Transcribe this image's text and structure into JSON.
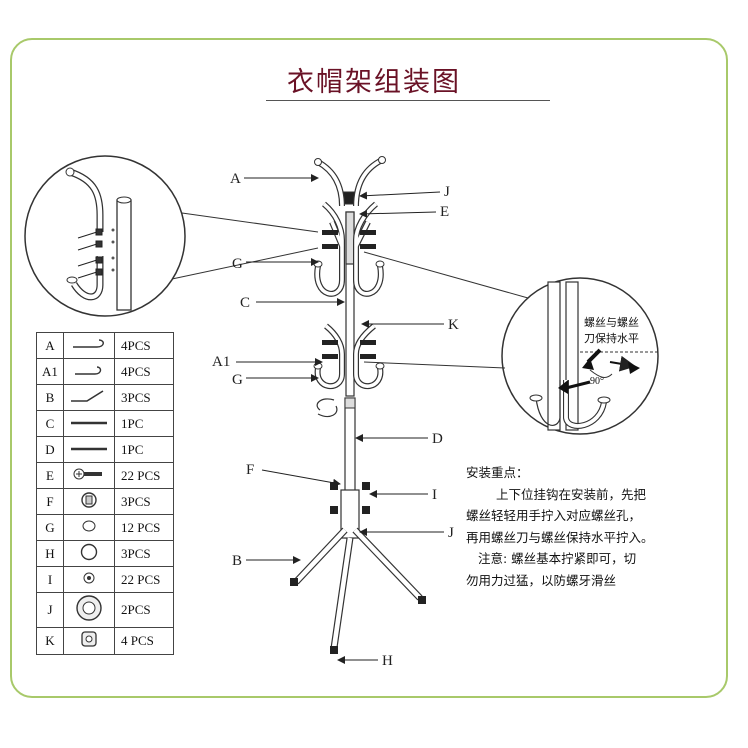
{
  "title": "衣帽架组装图",
  "diagram_labels": {
    "A": "A",
    "J_top": "J",
    "E": "E",
    "G_top": "G",
    "C": "C",
    "K": "K",
    "A1": "A1",
    "G_mid": "G",
    "D": "D",
    "F": "F",
    "I": "I",
    "J_bottom": "J",
    "B": "B",
    "H": "H"
  },
  "zoom_callout": {
    "line1": "螺丝与螺丝",
    "line2": "刀保持水平",
    "angle": "90°"
  },
  "parts": [
    {
      "key": "A",
      "icon": "hook-icon",
      "qty": "4PCS"
    },
    {
      "key": "A1",
      "icon": "small-hook-icon",
      "qty": "4PCS"
    },
    {
      "key": "B",
      "icon": "leg-icon",
      "qty": "3PCS"
    },
    {
      "key": "C",
      "icon": "rod-icon",
      "qty": "1PC"
    },
    {
      "key": "D",
      "icon": "rod-icon",
      "qty": "1PC"
    },
    {
      "key": "E",
      "icon": "screw-icon",
      "qty": "22 PCS"
    },
    {
      "key": "F",
      "icon": "connector-icon",
      "qty": "3PCS"
    },
    {
      "key": "G",
      "icon": "cap-icon",
      "qty": "12 PCS"
    },
    {
      "key": "H",
      "icon": "foot-cap-icon",
      "qty": "3PCS"
    },
    {
      "key": "I",
      "icon": "washer-icon",
      "qty": "22 PCS"
    },
    {
      "key": "J",
      "icon": "knob-icon",
      "qty": "2PCS"
    },
    {
      "key": "K",
      "icon": "nut-icon",
      "qty": "4 PCS"
    }
  ],
  "notes": {
    "heading": "安装重点：",
    "para1_line1": "上下位挂钩在安装前，先把",
    "para1_line2": "螺丝轻轻用手拧入对应螺丝孔，",
    "para1_line3": "再用螺丝刀与螺丝保持水平拧入。",
    "para2_line1": "注意: 螺丝基本拧紧即可，切",
    "para2_line2": "勿用力过猛，以防螺牙滑丝"
  },
  "colors": {
    "frame": "#a8c96a",
    "title": "#6a1226",
    "line": "#333333"
  }
}
